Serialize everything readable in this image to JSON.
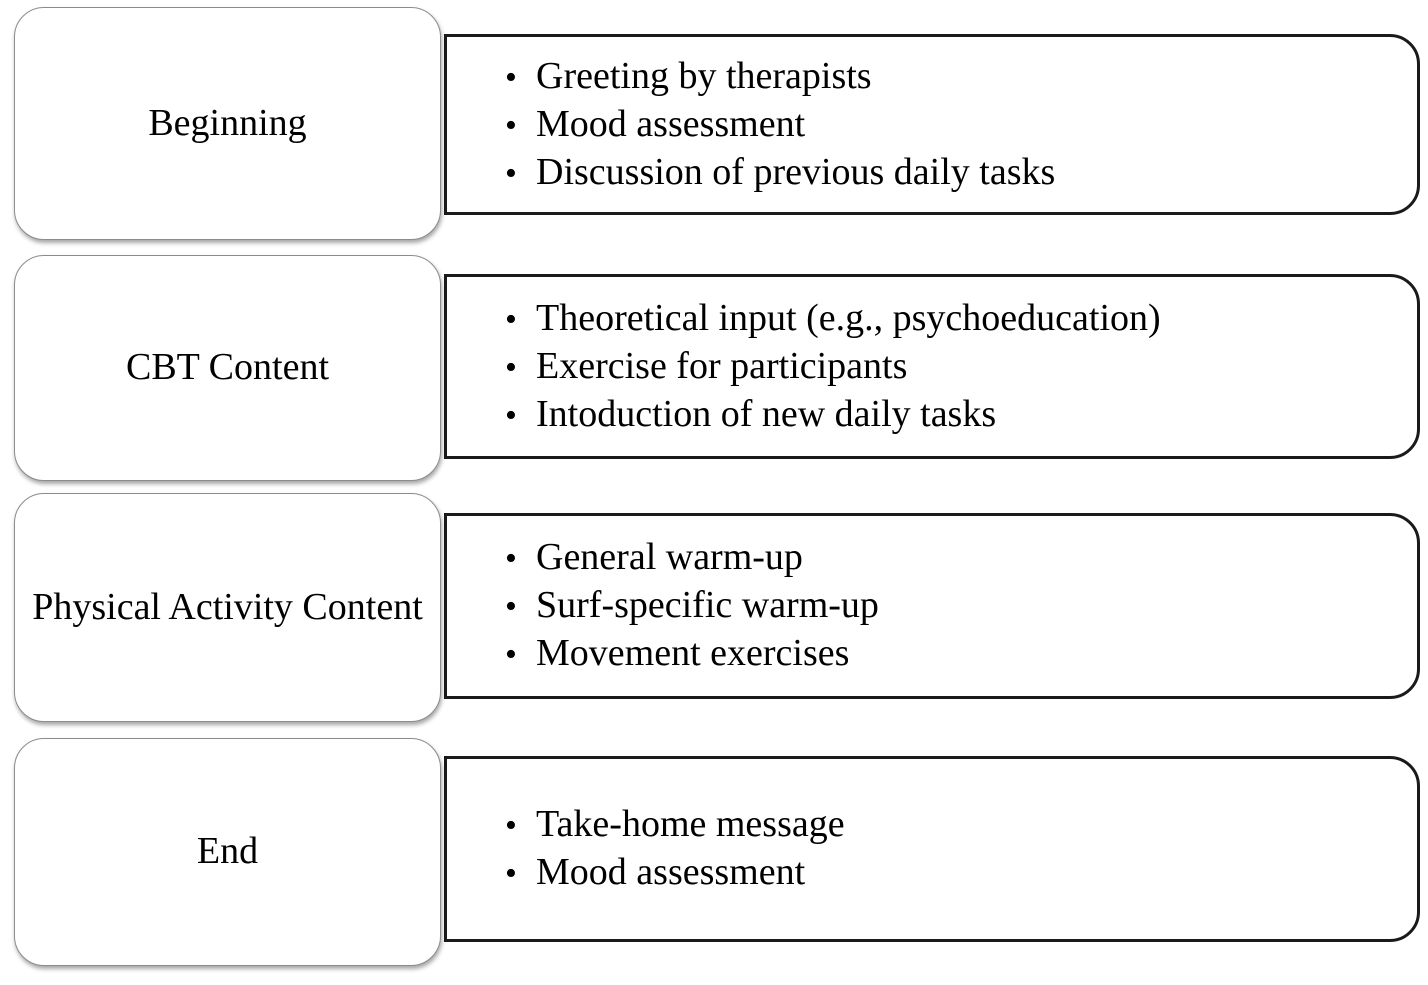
{
  "diagram": {
    "bullet_glyph": "•",
    "colors": {
      "detail_border": "#1a1a1a",
      "stage_border": "#8c8c8c",
      "background": "#ffffff",
      "text": "#000000"
    },
    "rows": [
      {
        "label": "Beginning",
        "bullets": [
          "Greeting by therapists",
          "Mood assessment",
          "Discussion of previous daily tasks"
        ]
      },
      {
        "label": "CBT Content",
        "bullets": [
          "Theoretical input (e.g., psychoeducation)",
          "Exercise for participants",
          "Intoduction of new daily tasks"
        ]
      },
      {
        "label": "Physical Activity Content",
        "bullets": [
          "General warm-up",
          "Surf-specific warm-up",
          "Movement exercises"
        ]
      },
      {
        "label": "End",
        "bullets": [
          "Take-home message",
          "Mood assessment"
        ]
      }
    ]
  }
}
